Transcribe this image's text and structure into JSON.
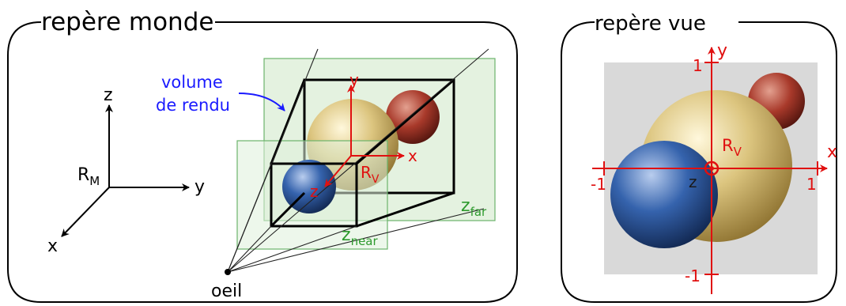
{
  "panels": {
    "world": {
      "title": "repère monde",
      "axes": {
        "z": "z",
        "y": "y",
        "x": "x",
        "origin_main": "R",
        "origin_sub": "M"
      },
      "volume_label_line1": "volume",
      "volume_label_line2": "de rendu",
      "view_axes": {
        "y": "y",
        "x": "x",
        "z": "z",
        "origin_main": "R",
        "origin_sub": "V"
      },
      "z_far_main": "z",
      "z_far_sub": "far",
      "z_near_main": "z",
      "z_near_sub": "near",
      "eye_label": "oeil"
    },
    "view": {
      "title": "repère vue",
      "axes": {
        "y": "y",
        "x": "x",
        "z": "z",
        "origin_main": "R",
        "origin_sub": "V"
      },
      "ticks": {
        "top": "1",
        "right": "1",
        "left": "-1",
        "bottom": "-1"
      }
    }
  },
  "colors": {
    "frame": "#000000",
    "label_blue": "#1a1aff",
    "axis_red": "#e01010",
    "plane_green": "#2e9a2e",
    "plane_fill": "#dff0da",
    "viewport_gray": "#d9d9d9",
    "sphere_gold": "#d8c27a",
    "sphere_red": "#a8392a",
    "sphere_blue": "#2f5fa8"
  }
}
